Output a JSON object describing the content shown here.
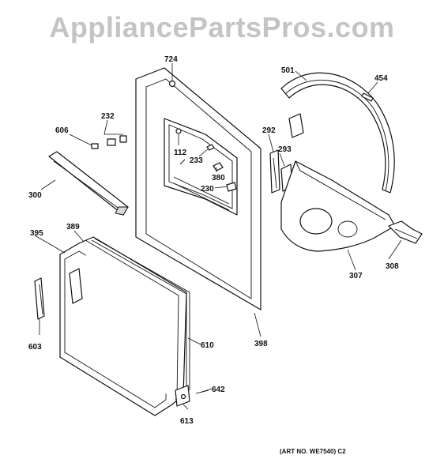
{
  "watermark": "AppliancePartsPros.com",
  "callouts": [
    {
      "id": "724",
      "label": "724"
    },
    {
      "id": "501",
      "label": "501"
    },
    {
      "id": "454",
      "label": "454"
    },
    {
      "id": "232",
      "label": "232"
    },
    {
      "id": "606",
      "label": "606"
    },
    {
      "id": "112",
      "label": "112"
    },
    {
      "id": "292",
      "label": "292"
    },
    {
      "id": "293",
      "label": "293"
    },
    {
      "id": "233",
      "label": "233"
    },
    {
      "id": "380",
      "label": "380"
    },
    {
      "id": "230",
      "label": "230"
    },
    {
      "id": "300",
      "label": "300"
    },
    {
      "id": "395",
      "label": "395"
    },
    {
      "id": "389",
      "label": "389"
    },
    {
      "id": "308",
      "label": "308"
    },
    {
      "id": "307",
      "label": "307"
    },
    {
      "id": "603",
      "label": "603"
    },
    {
      "id": "610",
      "label": "610"
    },
    {
      "id": "398",
      "label": "398"
    },
    {
      "id": "642",
      "label": "642"
    },
    {
      "id": "613",
      "label": "613"
    }
  ],
  "art_number": "(ART NO. WE7540) C2"
}
